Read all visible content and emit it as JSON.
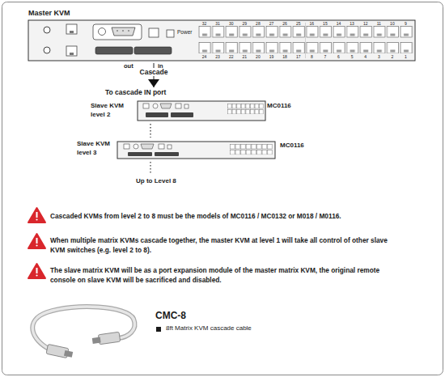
{
  "diagram": {
    "nodes": [
      {
        "text": [
          "Master KVM"
        ]
      },
      {
        "text": [
          "To cascade IN port",
          "Slave KVM level 2",
          "MC0116"
        ]
      },
      {
        "text": [
          "Slave KVM level 3",
          "MC0116"
        ]
      }
    ],
    "edges": [
      {
        "from": 0,
        "to": 1,
        "arrow": "to",
        "label": "Cascade"
      },
      {
        "from": 1,
        "to": 2,
        "arrow": "none"
      }
    ],
    "labels": [
      "Power",
      "out",
      "in",
      "32",
      "31",
      "30",
      "29",
      "28",
      "27",
      "26",
      "25",
      "16",
      "15",
      "14",
      "13",
      "12",
      "11",
      "10",
      "9",
      "24",
      "23",
      "22",
      "21",
      "20",
      "19",
      "18",
      "17",
      "8",
      "7",
      "6",
      "5",
      "4",
      "3",
      "2",
      "1",
      "Up to Level 8",
      "Cascaded KVMs from level 2 to 8 must be the models of MC0116 / MC0132 or M018 / M0116.",
      "When multiple matrix KVMs cascade together, the master KVM at level 1 will take all control of other slave KVM switches (e.g. level 2 to 8).",
      "The slave matrix KVM will be as a port expansion module of the master matrix KVM, the original remote console on slave KVM will be sacrificed and disabled.",
      "CMC-8",
      "8ft Matrix KVM cascade cable"
    ]
  }
}
